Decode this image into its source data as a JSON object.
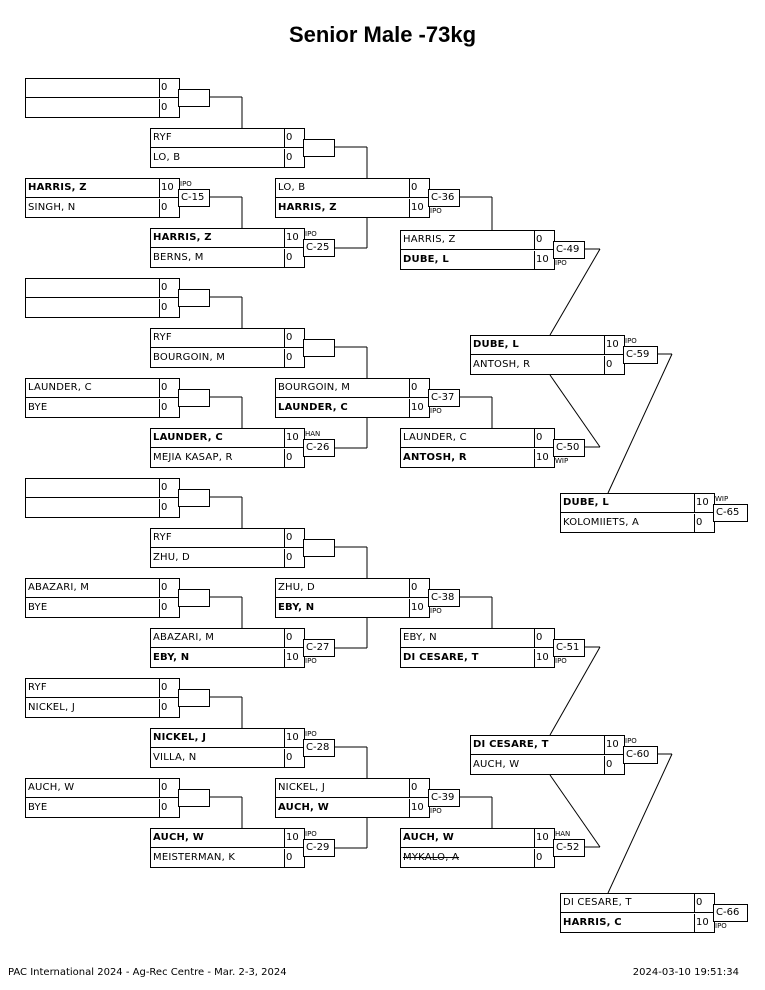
{
  "title": "Senior Male -73kg",
  "footer": {
    "left": "PAC International 2024 - Ag-Rec Centre - Mar. 2-3, 2024",
    "right": "2024-03-10 19:51:34"
  },
  "matches": [
    {
      "code": "",
      "tag": "",
      "p1": {
        "name": "",
        "score": "0",
        "winner": false
      },
      "p2": {
        "name": "",
        "score": "0",
        "winner": false
      }
    },
    {
      "code": "",
      "tag": "",
      "p1": {
        "name": "RYF",
        "score": "0",
        "winner": false
      },
      "p2": {
        "name": "LO, B",
        "score": "0",
        "winner": false
      }
    },
    {
      "code": "C-15",
      "tag": "IPO",
      "p1": {
        "name": "HARRIS, Z",
        "score": "10",
        "winner": true
      },
      "p2": {
        "name": "SINGH, N",
        "score": "0",
        "winner": false
      }
    },
    {
      "code": "C-36",
      "tag": "IPO",
      "p1": {
        "name": "LO, B",
        "score": "0",
        "winner": false
      },
      "p2": {
        "name": "HARRIS, Z",
        "score": "10",
        "winner": true
      }
    },
    {
      "code": "C-25",
      "tag": "IPO",
      "p1": {
        "name": "HARRIS, Z",
        "score": "10",
        "winner": true
      },
      "p2": {
        "name": "BERNS, M",
        "score": "0",
        "winner": false
      }
    },
    {
      "code": "C-49",
      "tag": "IPO",
      "p1": {
        "name": "HARRIS, Z",
        "score": "0",
        "winner": false
      },
      "p2": {
        "name": "DUBE, L",
        "score": "10",
        "winner": true
      }
    },
    {
      "code": "",
      "tag": "",
      "p1": {
        "name": "",
        "score": "0",
        "winner": false
      },
      "p2": {
        "name": "",
        "score": "0",
        "winner": false
      }
    },
    {
      "code": "",
      "tag": "",
      "p1": {
        "name": "RYF",
        "score": "0",
        "winner": false
      },
      "p2": {
        "name": "BOURGOIN, M",
        "score": "0",
        "winner": false
      }
    },
    {
      "code": "C-59",
      "tag": "IPO",
      "p1": {
        "name": "DUBE, L",
        "score": "10",
        "winner": true
      },
      "p2": {
        "name": "ANTOSH, R",
        "score": "0",
        "winner": false
      }
    },
    {
      "code": "",
      "tag": "",
      "p1": {
        "name": "LAUNDER, C",
        "score": "0",
        "winner": false
      },
      "p2": {
        "name": "BYE",
        "score": "0",
        "winner": false
      }
    },
    {
      "code": "C-37",
      "tag": "IPO",
      "p1": {
        "name": "BOURGOIN, M",
        "score": "0",
        "winner": false
      },
      "p2": {
        "name": "LAUNDER, C",
        "score": "10",
        "winner": true
      }
    },
    {
      "code": "C-26",
      "tag": "HAN",
      "p1": {
        "name": "LAUNDER, C",
        "score": "10",
        "winner": true
      },
      "p2": {
        "name": "MEJIA KASAP, R",
        "score": "0",
        "winner": false
      }
    },
    {
      "code": "C-50",
      "tag": "WIP",
      "p1": {
        "name": "LAUNDER, C",
        "score": "0",
        "winner": false
      },
      "p2": {
        "name": "ANTOSH, R",
        "score": "10",
        "winner": true
      }
    },
    {
      "code": "C-65",
      "tag": "WIP",
      "p1": {
        "name": "DUBE, L",
        "score": "10",
        "winner": true
      },
      "p2": {
        "name": "KOLOMIIETS, A",
        "score": "0",
        "winner": false
      }
    },
    {
      "code": "",
      "tag": "",
      "p1": {
        "name": "",
        "score": "0",
        "winner": false
      },
      "p2": {
        "name": "",
        "score": "0",
        "winner": false
      }
    },
    {
      "code": "",
      "tag": "",
      "p1": {
        "name": "RYF",
        "score": "0",
        "winner": false
      },
      "p2": {
        "name": "ZHU, D",
        "score": "0",
        "winner": false
      }
    },
    {
      "code": "",
      "tag": "",
      "p1": {
        "name": "ABAZARI, M",
        "score": "0",
        "winner": false
      },
      "p2": {
        "name": "BYE",
        "score": "0",
        "winner": false
      }
    },
    {
      "code": "C-38",
      "tag": "IPO",
      "p1": {
        "name": "ZHU, D",
        "score": "0",
        "winner": false
      },
      "p2": {
        "name": "EBY, N",
        "score": "10",
        "winner": true
      }
    },
    {
      "code": "C-27",
      "tag": "IPO",
      "p1": {
        "name": "ABAZARI, M",
        "score": "0",
        "winner": false
      },
      "p2": {
        "name": "EBY, N",
        "score": "10",
        "winner": true
      }
    },
    {
      "code": "C-51",
      "tag": "IPO",
      "p1": {
        "name": "EBY, N",
        "score": "0",
        "winner": false
      },
      "p2": {
        "name": "DI CESARE, T",
        "score": "10",
        "winner": true
      }
    },
    {
      "code": "",
      "tag": "",
      "p1": {
        "name": "RYF",
        "score": "0",
        "winner": false
      },
      "p2": {
        "name": "NICKEL, J",
        "score": "0",
        "winner": false
      }
    },
    {
      "code": "C-28",
      "tag": "IPO",
      "p1": {
        "name": "NICKEL, J",
        "score": "10",
        "winner": true
      },
      "p2": {
        "name": "VILLA, N",
        "score": "0",
        "winner": false
      }
    },
    {
      "code": "C-60",
      "tag": "IPO",
      "p1": {
        "name": "DI CESARE, T",
        "score": "10",
        "winner": true
      },
      "p2": {
        "name": "AUCH, W",
        "score": "0",
        "winner": false
      }
    },
    {
      "code": "",
      "tag": "",
      "p1": {
        "name": "AUCH, W",
        "score": "0",
        "winner": false
      },
      "p2": {
        "name": "BYE",
        "score": "0",
        "winner": false
      }
    },
    {
      "code": "C-39",
      "tag": "IPO",
      "p1": {
        "name": "NICKEL, J",
        "score": "0",
        "winner": false
      },
      "p2": {
        "name": "AUCH, W",
        "score": "10",
        "winner": true
      }
    },
    {
      "code": "C-29",
      "tag": "IPO",
      "p1": {
        "name": "AUCH, W",
        "score": "10",
        "winner": true
      },
      "p2": {
        "name": "MEISTERMAN, K",
        "score": "0",
        "winner": false
      }
    },
    {
      "code": "C-52",
      "tag": "HAN",
      "p1": {
        "name": "AUCH, W",
        "score": "10",
        "winner": true
      },
      "p2": {
        "name": "MYKALO, A",
        "score": "0",
        "winner": false,
        "strike": true
      }
    },
    {
      "code": "C-66",
      "tag": "IPO",
      "p1": {
        "name": "DI CESARE, T",
        "score": "0",
        "winner": false
      },
      "p2": {
        "name": "HARRIS, C",
        "score": "10",
        "winner": true
      }
    }
  ]
}
